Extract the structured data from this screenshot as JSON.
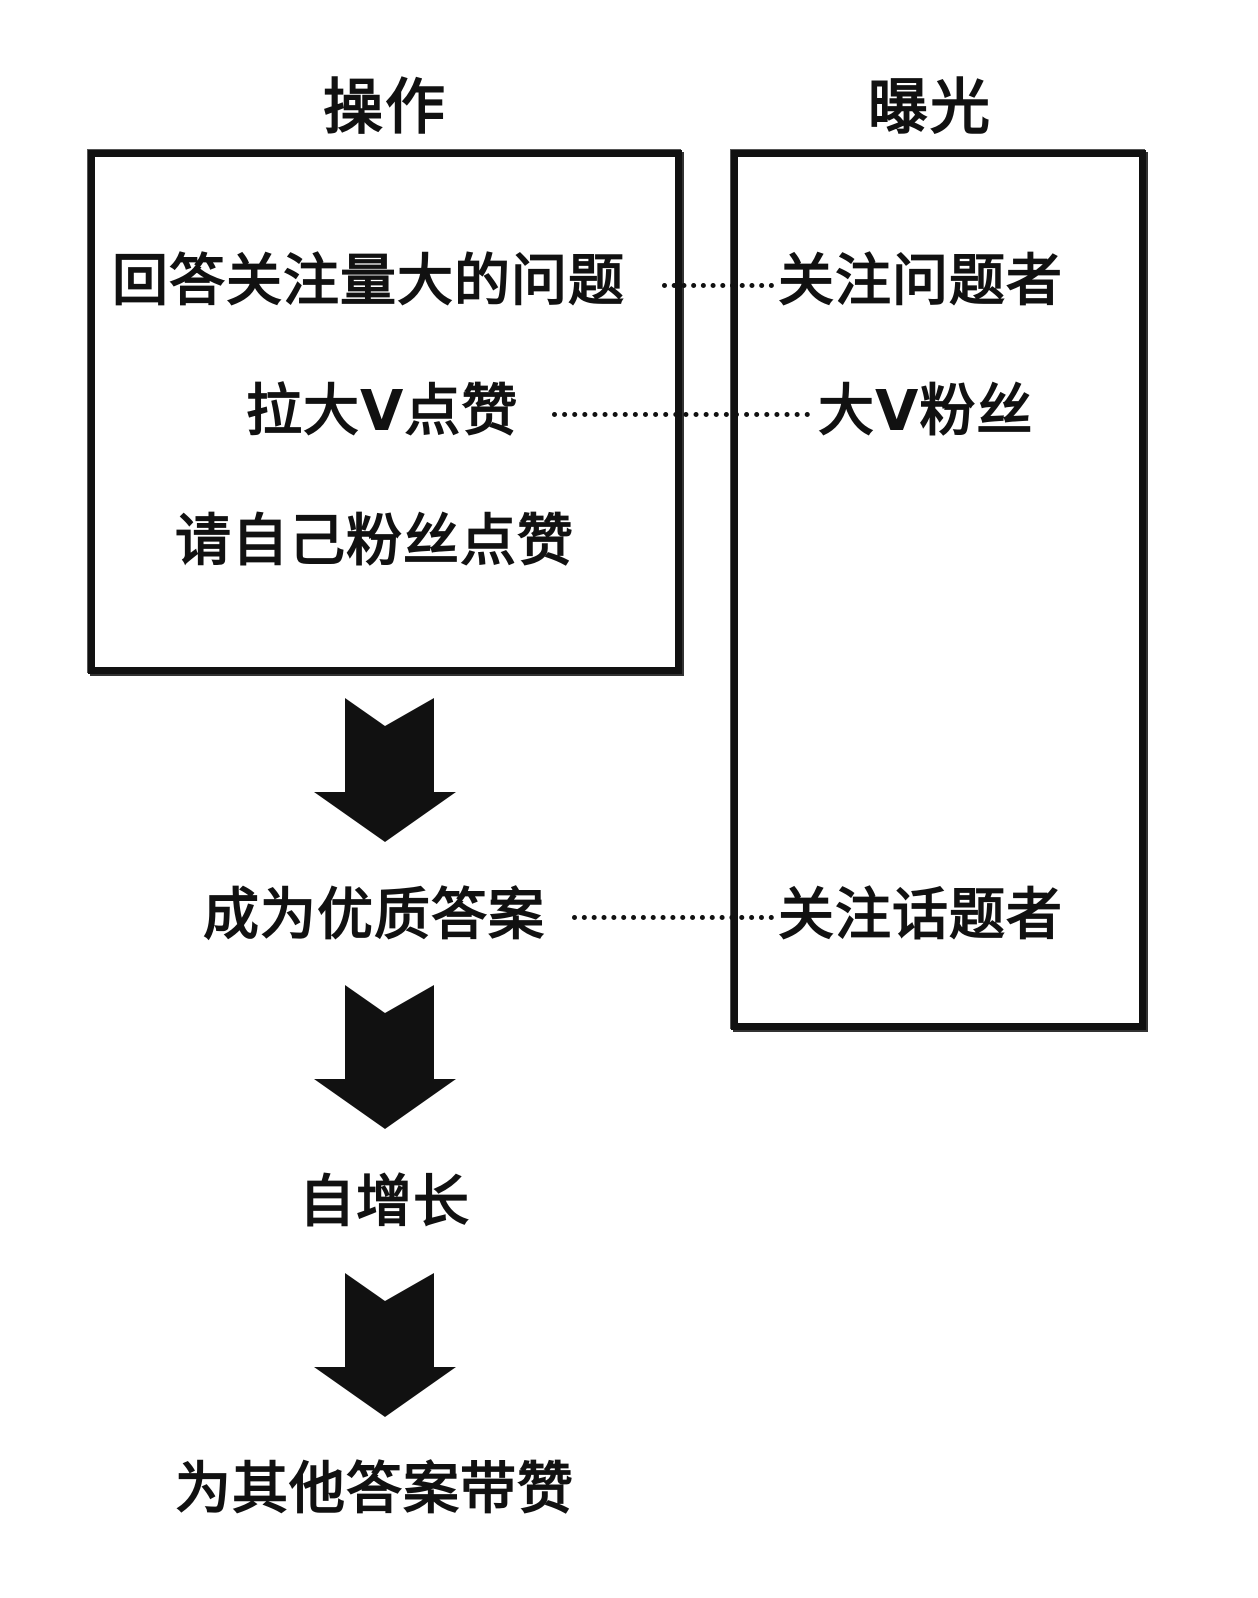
{
  "headings": {
    "operations": "操作",
    "exposure": "曝光"
  },
  "operations_box": {
    "items": [
      "回答关注量大的问题",
      "拉大V点赞",
      "请自己粉丝点赞"
    ]
  },
  "exposure_box": {
    "items": [
      "关注问题者",
      "大V粉丝",
      "关注话题者"
    ]
  },
  "flow": {
    "steps": [
      "成为优质答案",
      "自增长",
      "为其他答案带赞"
    ]
  },
  "colors": {
    "ink": "#111111",
    "background": "#ffffff"
  }
}
